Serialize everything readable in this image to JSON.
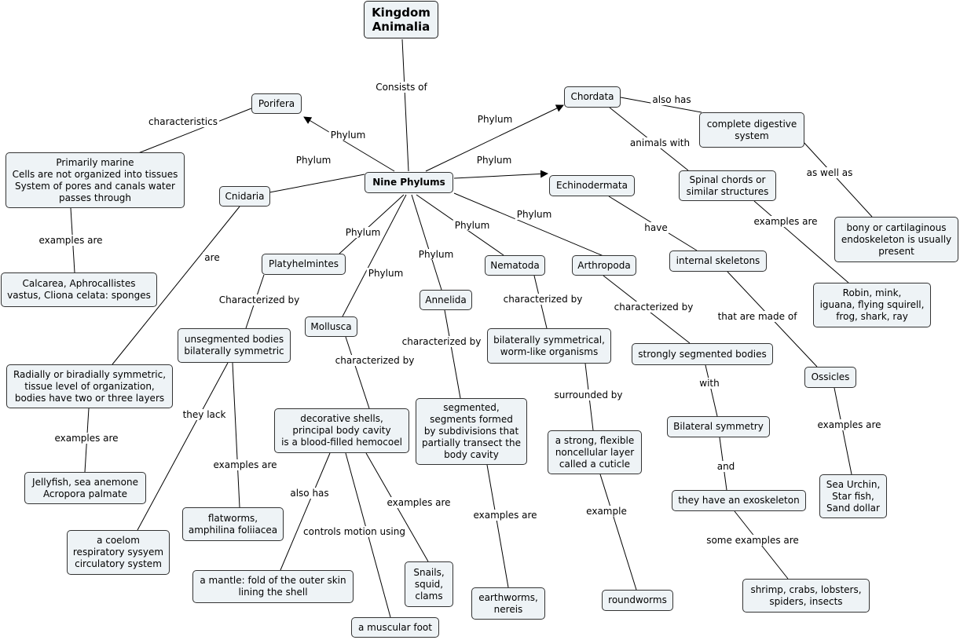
{
  "nodes": {
    "kingdom": "Kingdom\nAnimalia",
    "nine_phylums": "Nine Phylums",
    "porifera": "Porifera",
    "porifera_chars": "Primarily marine\nCells are not organized into tissues\nSystem of pores and canals water\npasses through",
    "porifera_examples": "Calcarea, Aphrocallistes\nvastus, Cliona celata: sponges",
    "cnidaria": "Cnidaria",
    "cnidaria_chars": "Radially or biradially symmetric,\ntissue level of organization,\nbodies have two or three layers",
    "cnidaria_examples": "Jellyfish, sea anemone\nAcropora palmate",
    "platyhelmintes": "Platyhelmintes",
    "platy_chars": "unsegmented bodies\nbilaterally symmetric",
    "platy_lack": "a coelom\nrespiratory sysyem\ncirculatory system",
    "platy_examples": "flatworms,\namphilina foliiacea",
    "mollusca": "Mollusca",
    "mollusca_chars": "decorative shells,\nprincipal body cavity\nis a blood-filled hemocoel",
    "mantle": "a mantle: fold of the outer skin\nlining the shell",
    "foot": "a muscular foot",
    "mollusca_examples": "Snails,\nsquid,\nclams",
    "annelida": "Annelida",
    "annelida_chars": "segmented,\nsegments formed\nby subdivisions that\npartially transect the\nbody cavity",
    "annelida_examples": "earthworms,\nnereis",
    "nematoda": "Nematoda",
    "nematoda_chars": "bilaterally symmetrical,\nworm-like organisms",
    "cuticle": "a strong, flexible\nnoncellular layer\ncalled a cuticle",
    "roundworms": "roundworms",
    "arthropoda": "Arthropoda",
    "arthropoda_chars": "strongly segmented bodies",
    "bilateral": "Bilateral symmetry",
    "exoskeleton": "they have an exoskeleton",
    "arthropoda_examples": "shrimp, crabs, lobsters,\nspiders, insects",
    "echinodermata": "Echinodermata",
    "internal_skeletons": "internal skeletons",
    "ossicles": "Ossicles",
    "echino_examples": "Sea Urchin,\nStar fish,\nSand dollar",
    "chordata": "Chordata",
    "digestive": "complete digestive\nsystem",
    "spinal": "Spinal chords or\nsimilar structures",
    "endoskeleton": "bony or cartilaginous\nendoskeleton is usually\npresent",
    "chordata_examples": "Robin, mink,\niguana, flying squirell,\nfrog, shark, ray"
  },
  "links": {
    "consists_of": "Consists of",
    "phylum": "Phylum",
    "characteristics": "characteristics",
    "examples_are": "examples are",
    "are": "are",
    "characterized_by": "characterized by",
    "characterized_by_cap": "Characterized by",
    "they_lack": "they lack",
    "also_has": "also has",
    "controls_motion": "controls motion using",
    "surrounded_by": "surrounded by",
    "example": "example",
    "with": "with",
    "and": "and",
    "some_examples_are": "some examples are",
    "have": "have",
    "that_are_made_of": "that are made of",
    "animals_with": "animals with",
    "as_well_as": "as well as"
  }
}
